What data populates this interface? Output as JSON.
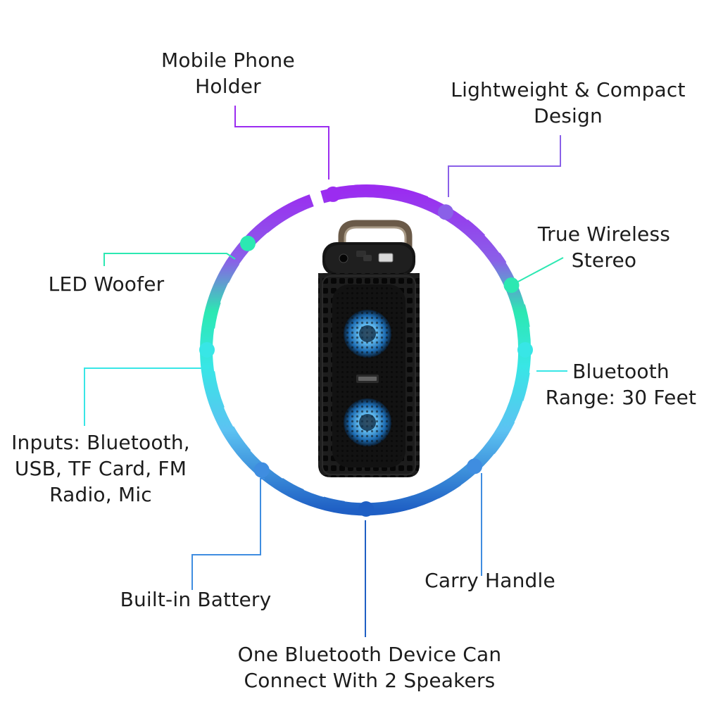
{
  "colors": {
    "purple": "#9b2cf0",
    "violet": "#8a60e8",
    "mint": "#2ce8b2",
    "cyan": "#38e6e6",
    "sky": "#5cc2f2",
    "blue": "#3f8de0",
    "navy": "#1f5fc4",
    "speaker_body": "#1b1b1b",
    "speaker_glow": "#4fb8ff"
  },
  "features": [
    {
      "lines": [
        "Mobile Phone",
        "Holder"
      ],
      "dot_color": "#9b2cf0",
      "icon": "phone-holder"
    },
    {
      "lines": [
        "Lightweight & Compact",
        "Design"
      ],
      "dot_color": "#8a60e8",
      "icon": "compact-design"
    },
    {
      "lines": [
        "True Wireless",
        "Stereo"
      ],
      "dot_color": "#2ce8b2",
      "icon": "tws"
    },
    {
      "lines": [
        "Bluetooth",
        "Range: 30 Feet"
      ],
      "dot_color": "#38e6e6",
      "icon": "bluetooth-range"
    },
    {
      "lines": [
        "Carry Handle"
      ],
      "dot_color": "#3f8de0",
      "icon": "carry-handle"
    },
    {
      "lines": [
        "One Bluetooth Device Can",
        "Connect With 2 Speakers"
      ],
      "dot_color": "#1f5fc4",
      "icon": "pairing"
    },
    {
      "lines": [
        "Built-in Battery"
      ],
      "dot_color": "#3f8de0",
      "icon": "battery"
    },
    {
      "lines": [
        "Inputs: Bluetooth,",
        "USB, TF Card, FM",
        "Radio, Mic"
      ],
      "dot_color": "#38e6e6",
      "icon": "inputs"
    },
    {
      "lines": [
        "LED Woofer"
      ],
      "dot_color": "#2ce8b2",
      "icon": "led-woofer"
    }
  ],
  "product": {
    "name": "portable bluetooth speaker",
    "icon": "speaker-image"
  }
}
